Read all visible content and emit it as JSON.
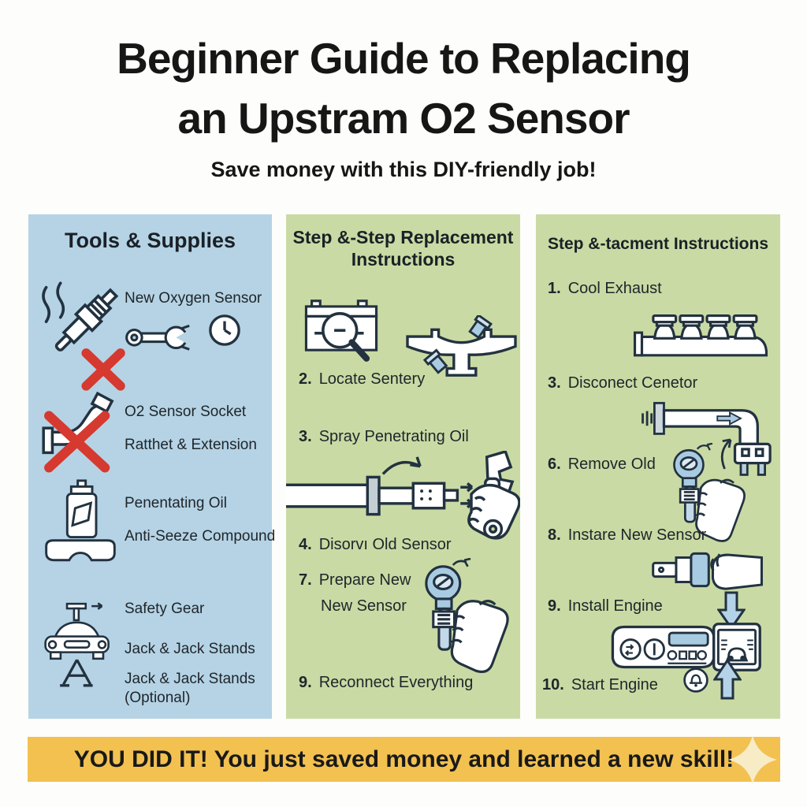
{
  "title": {
    "line1": "Beginner Guide to Replacing",
    "line2": "an Upstram O2 Sensor",
    "subtitle": "Save money with this DIY-friendly job!"
  },
  "tools": {
    "header": "Tools & Supplies",
    "item1": {
      "label": "New Oxygen Sensor"
    },
    "item2": {
      "label1": "O2 Sensor Socket",
      "label2": "Ratthet & Extension"
    },
    "item3": {
      "label1": "Penentating Oil",
      "label2": "Anti-Seeze Compound"
    },
    "item4": {
      "label1": "Safety Gear",
      "label2": "Jack & Jack Stands",
      "label3": "Jack & Jack Stands",
      "label4": "(Optional)"
    }
  },
  "steps": {
    "header_line1": "Step &-Step Replacement",
    "header_line2": "Instructions",
    "s2": {
      "num": "2.",
      "text": "Locate Sentery"
    },
    "s3": {
      "num": "3.",
      "text": "Spray Penetrating Oil"
    },
    "s4": {
      "num": "4.",
      "text": "Disorvı Old Sensor"
    },
    "s7": {
      "num": "7.",
      "text": "Prepare New",
      "text2": "New Sensor"
    },
    "s9": {
      "num": "9.",
      "text": "Reconnect Everything"
    }
  },
  "attach": {
    "header": "Step &-tacment Instructions",
    "s1": {
      "num": "1.",
      "text": "Cool Exhaust"
    },
    "s3": {
      "num": "3.",
      "text": "Disconect Cenetor"
    },
    "s6": {
      "num": "6.",
      "text": "Remove Old"
    },
    "s8": {
      "num": "8.",
      "text": "Instare New Sensor"
    },
    "s9": {
      "num": "9.",
      "text": "Install Engine"
    },
    "s10": {
      "num": "10.",
      "text": "Start Engine"
    }
  },
  "banner": {
    "text": "YOU DID IT! You just saved money and learned a new skill!"
  },
  "colors": {
    "tools_bg": "#b5d3e5",
    "steps_bg": "#cadaa4",
    "banner_bg": "#f2c150",
    "red_x": "#d6392f",
    "accent_blue": "#a9cbe2",
    "outline_ink": "#223240",
    "sparkle": "#f8ecc6"
  },
  "icons": {
    "oxygen-sensor-icon": "spark-plug-shape",
    "red-x-icon": "✕",
    "wrench-icon": "🔧",
    "clock-icon": "🕓",
    "socket-pipe-icon": "elbow-pipe",
    "spray-can-icon": "🧴",
    "goggles-icon": "🥽",
    "car-jack-icon": "🚗",
    "battery-magnifier-icon": "🔍",
    "manifold-icon": "exhaust-manifold",
    "hand-wrench-icon": "✊🔧",
    "hand-sensor-icon": "✊",
    "hand-plug-icon": "🔌",
    "connector-pipe-icon": "plug-pipe",
    "dashboard-icon": "gauges",
    "down-arrow-icon": "⬇",
    "up-arrow-icon": "⬆",
    "bell-icon": "🔔",
    "sparkle-icon": "✦"
  }
}
